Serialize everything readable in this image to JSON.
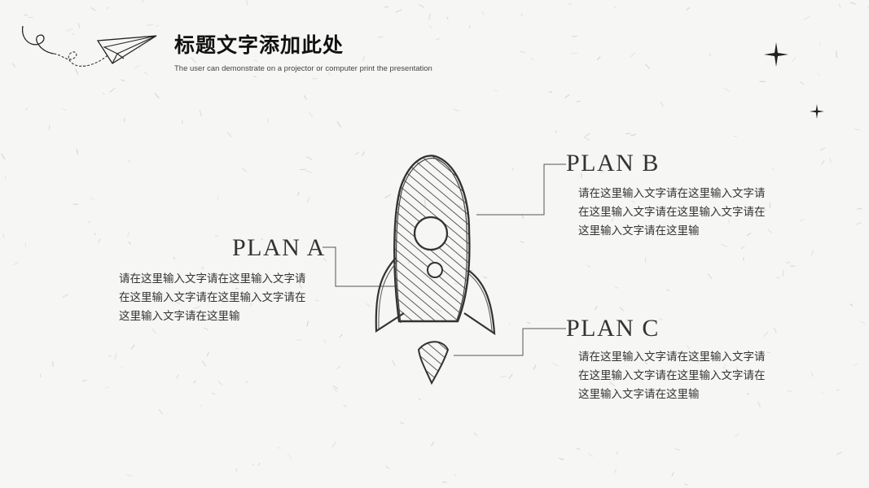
{
  "header": {
    "title": "标题文字添加此处",
    "subtitle": "The user can demonstrate on a projector or computer print the presentation"
  },
  "plans": [
    {
      "title": "PLAN A",
      "text": "请在这里输入文字请在这里输入文字请在这里输入文字请在这里输入文字请在这里输入文字请在这里输"
    },
    {
      "title": "PLAN B",
      "text": "请在这里输入文字请在这里输入文字请在这里输入文字请在这里输入文字请在这里输入文字请在这里输"
    },
    {
      "title": "PLAN C",
      "text": "请在这里输入文字请在这里输入文字请在这里输入文字请在这里输入文字请在这里输入文字请在这里输"
    }
  ],
  "icons": [
    "paper-plane-icon",
    "sparkle-icon",
    "rocket-icon"
  ]
}
